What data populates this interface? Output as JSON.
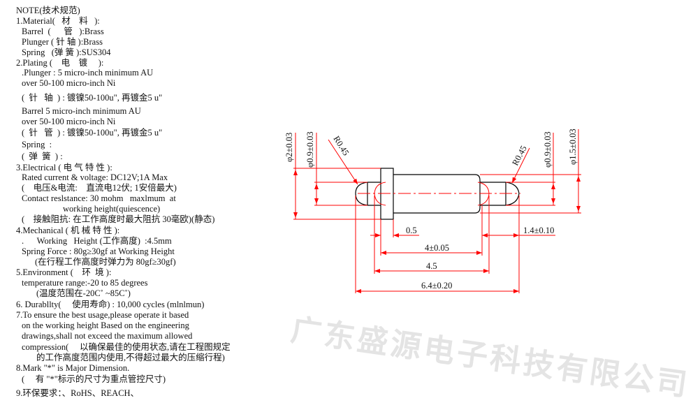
{
  "watermark": "广东盛源电子科技有限公司",
  "notes": {
    "lines": [
      "NOTE(技术规范)",
      "1.Material(   材    料   ):",
      "Barrel  (      管   ):Brass",
      "Plunger ( 针 轴 ):Brass",
      "Spring   (弹 簧 ):SUS304",
      "2.Plating (    电    镀     ):",
      ".Plunger : 5 micro-inch minimum AU",
      "over 50-100 micro-inch Ni",
      "(  针   轴  ) : 镀镍50-100u\", 再镀金5 u\"",
      "Barrel 5 micro-inch minimum AU",
      "over 50-100 micro-inch Ni",
      "(  针   管  ) : 镀镍50-100u\", 再镀金5 u\"",
      "Spring  :",
      "(  弹  簧  ) :",
      "3.Electrical ( 电 气 特 性 ):",
      "Rated current & voltage: DC12V;1A Max",
      "(    电压&电流:    直流电12伏; 1安倍最大)",
      "Contact reslstance: 30 mohm   maxlmum  at",
      "working height(quiescence)",
      "(    接触阻抗: 在工作高度时最大阻抗 30毫欧)(静态)",
      "4.Mechanical ( 机 械 特 性 ):",
      ".      Working   Height (工作高度)  :4.5mm",
      "Spring Force : 80g≥30gf at Working Height",
      "(在行程工作高度时弹力为 80gf≥30gf)",
      "5.Environment (    环  境 ):",
      "temperature range:-20 to 85 degrees",
      "(温度范围在-20C˚ ~85C˚)",
      "6. Durabllty(     使用寿命) : 10,000 cycles (mlnlmun)",
      "7.To ensure the best usage,please operate it based",
      "on the working height Based on the engineering",
      "drawings,shall not exceed the maximum allowed",
      "compression(     以确保最佳的使用状态,请在工程图规定",
      "的工作高度范围内使用,不得超过最大的压缩行程)",
      "8.Mark \"*\" is Major Dimension.",
      "(     有 \"*\"标示的尺寸为重点管控尺寸)",
      "9.环保要求：、RoHS、REACH、"
    ]
  },
  "drawing": {
    "dims": {
      "dia_flange": "φ2±0.03",
      "dia_left_plunger": "φ0.9±0.03",
      "radius_left": "R0.45",
      "radius_right": "R0.45",
      "dia_right_plunger": "φ0.9±0.03",
      "dia_barrel": "φ1.5±0.03",
      "flange_thickness": "0.5",
      "right_extension": "1.4±0.10",
      "barrel_length": "4±0.05",
      "working_length": "4.5",
      "total_length": "6.4±0.20"
    },
    "colors": {
      "dimension": "#ff0000",
      "outline": "#000000"
    }
  }
}
